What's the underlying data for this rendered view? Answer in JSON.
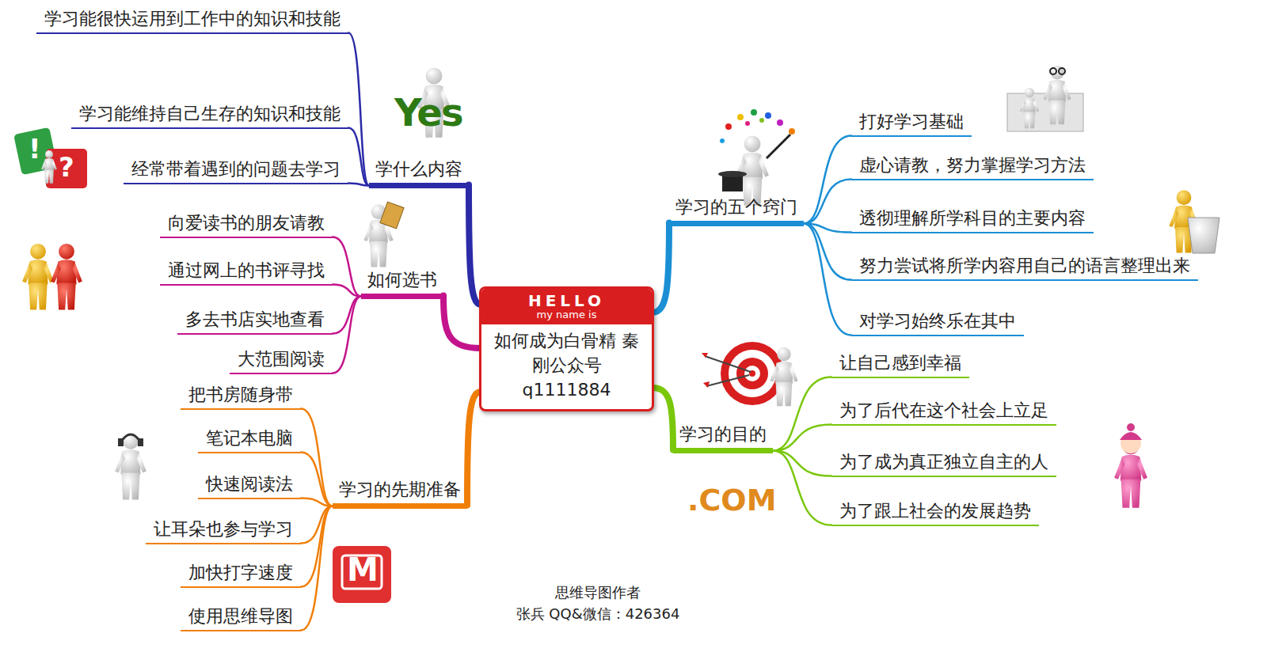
{
  "diagram": {
    "nodes": [
      {
        "text": [
          "HELLO",
          "my name is",
          "如何成为白骨精 秦刚公众号 q1111884"
        ]
      },
      {
        "text": [
          "学什么内容"
        ]
      },
      {
        "text": [
          "学习能很快运用到工作中的知识和技能"
        ]
      },
      {
        "text": [
          "学习能维持自己生存的知识和技能"
        ]
      },
      {
        "text": [
          "经常带着遇到的问题去学习"
        ]
      },
      {
        "text": [
          "如何选书"
        ]
      },
      {
        "text": [
          "向爱读书的朋友请教"
        ]
      },
      {
        "text": [
          "通过网上的书评寻找"
        ]
      },
      {
        "text": [
          "多去书店实地查看"
        ]
      },
      {
        "text": [
          "大范围阅读"
        ]
      },
      {
        "text": [
          "学习的先期准备"
        ]
      },
      {
        "text": [
          "把书房随身带"
        ]
      },
      {
        "text": [
          "笔记本电脑"
        ]
      },
      {
        "text": [
          "快速阅读法"
        ]
      },
      {
        "text": [
          "让耳朵也参与学习"
        ]
      },
      {
        "text": [
          "加快打字速度"
        ]
      },
      {
        "text": [
          "使用思维导图"
        ]
      },
      {
        "text": [
          "学习的五个窍门"
        ]
      },
      {
        "text": [
          "打好学习基础"
        ]
      },
      {
        "text": [
          "虚心请教，努力掌握学习方法"
        ]
      },
      {
        "text": [
          "透彻理解所学科目的主要内容"
        ]
      },
      {
        "text": [
          "努力尝试将所学内容用自己的语言整理出来"
        ]
      },
      {
        "text": [
          "对学习始终乐在其中"
        ]
      },
      {
        "text": [
          "学习的目的"
        ]
      },
      {
        "text": [
          "让自己感到幸福"
        ]
      },
      {
        "text": [
          "为了后代在这个社会上立足"
        ]
      },
      {
        "text": [
          "为了成为真正独立自主的人"
        ]
      },
      {
        "text": [
          "为了跟上社会的发展趋势"
        ]
      }
    ],
    "edges": [
      {
        "from": 0,
        "to": 1,
        "arrow": "none"
      },
      {
        "from": 1,
        "to": 2,
        "arrow": "none"
      },
      {
        "from": 1,
        "to": 3,
        "arrow": "none"
      },
      {
        "from": 1,
        "to": 4,
        "arrow": "none"
      },
      {
        "from": 0,
        "to": 5,
        "arrow": "none"
      },
      {
        "from": 5,
        "to": 6,
        "arrow": "none"
      },
      {
        "from": 5,
        "to": 7,
        "arrow": "none"
      },
      {
        "from": 5,
        "to": 8,
        "arrow": "none"
      },
      {
        "from": 5,
        "to": 9,
        "arrow": "none"
      },
      {
        "from": 0,
        "to": 10,
        "arrow": "none"
      },
      {
        "from": 10,
        "to": 11,
        "arrow": "none"
      },
      {
        "from": 10,
        "to": 12,
        "arrow": "none"
      },
      {
        "from": 10,
        "to": 13,
        "arrow": "none"
      },
      {
        "from": 10,
        "to": 14,
        "arrow": "none"
      },
      {
        "from": 10,
        "to": 15,
        "arrow": "none"
      },
      {
        "from": 10,
        "to": 16,
        "arrow": "none"
      },
      {
        "from": 0,
        "to": 17,
        "arrow": "none"
      },
      {
        "from": 17,
        "to": 18,
        "arrow": "none"
      },
      {
        "from": 17,
        "to": 19,
        "arrow": "none"
      },
      {
        "from": 17,
        "to": 20,
        "arrow": "none"
      },
      {
        "from": 17,
        "to": 21,
        "arrow": "none"
      },
      {
        "from": 17,
        "to": 22,
        "arrow": "none"
      },
      {
        "from": 0,
        "to": 23,
        "arrow": "none"
      },
      {
        "from": 23,
        "to": 24,
        "arrow": "none"
      },
      {
        "from": 23,
        "to": 25,
        "arrow": "none"
      },
      {
        "from": 23,
        "to": 26,
        "arrow": "none"
      },
      {
        "from": 23,
        "to": 27,
        "arrow": "none"
      }
    ],
    "labels": [
      "Yes",
      "!",
      "?",
      ".COM",
      "M",
      "思维导图作者",
      "张兵 QQ&微信：426364"
    ]
  }
}
